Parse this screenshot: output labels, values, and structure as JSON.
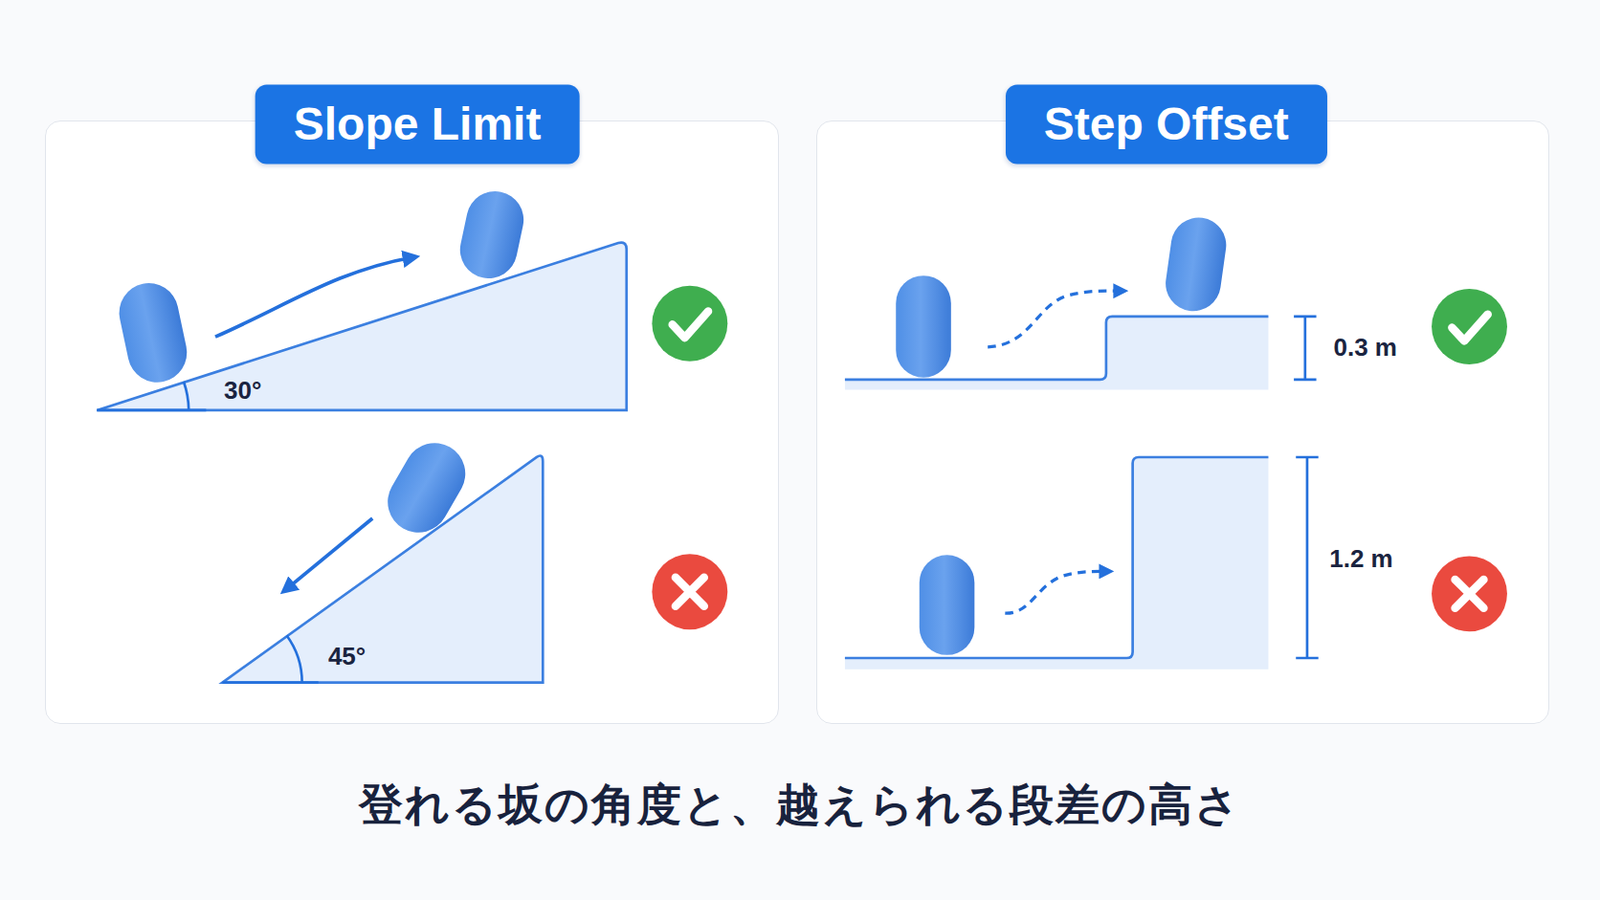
{
  "diagram": {
    "caption": "登れる坂の角度と、越えられる段差の高さ",
    "nodes": [
      {
        "text": [
          "Slope Limit"
        ]
      },
      {
        "text": [
          "Step Offset"
        ]
      }
    ],
    "labels": [
      "30°",
      "45°",
      "0.3 m",
      "1.2 m"
    ]
  }
}
